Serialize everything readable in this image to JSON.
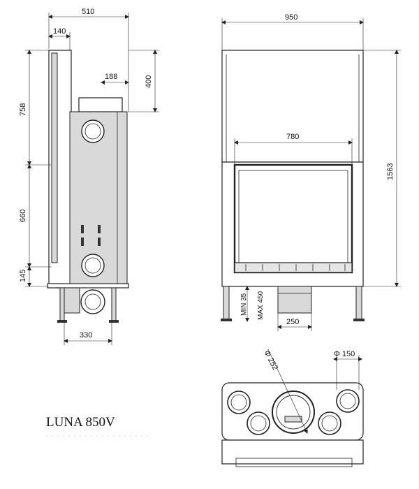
{
  "title": "LUNA 850V",
  "side_view": {
    "dim_total_depth": "510",
    "dim_top_offset": "140",
    "dim_flue_offset": "188",
    "dim_top_height": "400",
    "dim_upper_height": "758",
    "dim_mid_height": "660",
    "dim_base_height": "145",
    "dim_bottom_width": "330"
  },
  "front_view": {
    "dim_total_width": "950",
    "dim_opening_width": "780",
    "dim_total_height": "1563",
    "dim_leg_min": "MIN 35",
    "dim_leg_max": "MAX 450",
    "dim_inlet_width": "250"
  },
  "top_view": {
    "dim_center_flue": "Φ 252",
    "dim_side_flue": "Φ 150"
  },
  "colors": {
    "line": "#222222",
    "fill": "#d9d9d9",
    "background": "#ffffff"
  }
}
